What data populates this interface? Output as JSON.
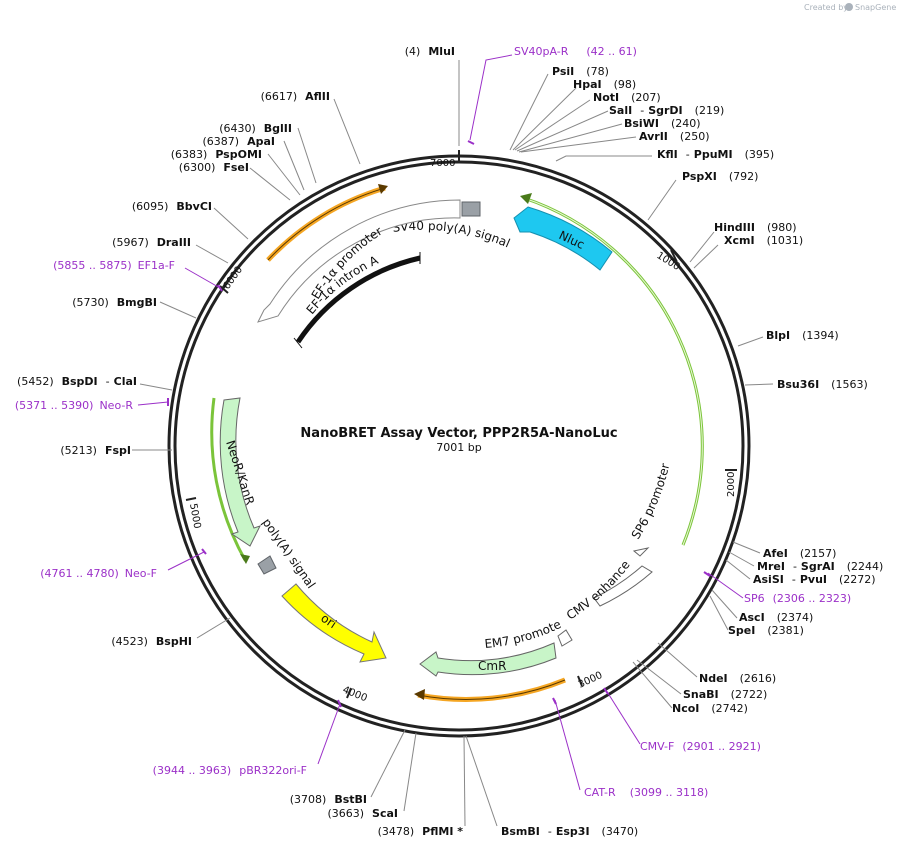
{
  "credit": {
    "created_by": "Created by",
    "brand": "SnapGene"
  },
  "plasmid": {
    "name": "NanoBRET Assay Vector, PPP2R5A-NanoLuc",
    "size": "7001 bp"
  },
  "ticks": [
    "1000",
    "2000",
    "3000",
    "4000",
    "5000",
    "6000",
    "7000"
  ],
  "sites_right": [
    {
      "pos": "(4)",
      "name": "MluI"
    },
    {
      "name": "PsiI",
      "pos": "(78)"
    },
    {
      "name": "HpaI",
      "pos": "(98)"
    },
    {
      "name": "NotI",
      "pos": "(207)"
    },
    {
      "name": "SalI",
      "sep": "-",
      "name2": "SgrDI",
      "pos": "(219)"
    },
    {
      "name": "BsiWI",
      "pos": "(240)"
    },
    {
      "name": "AvrII",
      "pos": "(250)"
    },
    {
      "name": "KflI",
      "sep": "-",
      "name2": "PpuMI",
      "pos": "(395)"
    },
    {
      "name": "PspXI",
      "pos": "(792)"
    },
    {
      "name": "HindIII",
      "pos": "(980)"
    },
    {
      "name": "XcmI",
      "pos": "(1031)"
    },
    {
      "name": "BlpI",
      "pos": "(1394)"
    },
    {
      "name": "Bsu36I",
      "pos": "(1563)"
    },
    {
      "name": "AfeI",
      "pos": "(2157)"
    },
    {
      "name": "MreI",
      "sep": "-",
      "name2": "SgrAI",
      "pos": "(2244)"
    },
    {
      "name": "AsiSI",
      "sep": "-",
      "name2": "PvuI",
      "pos": "(2272)"
    },
    {
      "name": "AscI",
      "pos": "(2374)"
    },
    {
      "name": "SpeI",
      "pos": "(2381)"
    },
    {
      "name": "NdeI",
      "pos": "(2616)"
    },
    {
      "name": "SnaBI",
      "pos": "(2722)"
    },
    {
      "name": "NcoI",
      "pos": "(2742)"
    }
  ],
  "sites_bottom": [
    {
      "name": "BsmBI",
      "sep": "-",
      "name2": "Esp3I",
      "pos": "(3470)"
    },
    {
      "pos": "(3478)",
      "name": "PflMI *"
    },
    {
      "pos": "(3663)",
      "name": "ScaI"
    },
    {
      "pos": "(3708)",
      "name": "BstBI"
    }
  ],
  "sites_left": [
    {
      "pos": "(4523)",
      "name": "BspHI"
    },
    {
      "pos": "(5213)",
      "name": "FspI"
    },
    {
      "pos": "(5452)",
      "name": "BspDI",
      "sep": "-",
      "name2": "ClaI"
    },
    {
      "pos": "(5730)",
      "name": "BmgBI"
    },
    {
      "pos": "(5967)",
      "name": "DraIII"
    },
    {
      "pos": "(6095)",
      "name": "BbvCI"
    },
    {
      "pos": "(6300)",
      "name": "FseI"
    },
    {
      "pos": "(6383)",
      "name": "PspOMI"
    },
    {
      "pos": "(6387)",
      "name": "ApaI"
    },
    {
      "pos": "(6430)",
      "name": "BglII"
    },
    {
      "pos": "(6617)",
      "name": "AflII"
    }
  ],
  "primers": [
    {
      "name": "SV40pA-R",
      "pos": "(42 .. 61)"
    },
    {
      "name": "SP6",
      "pos": "(2306 .. 2323)"
    },
    {
      "name": "CMV-F",
      "pos": "(2901 .. 2921)"
    },
    {
      "name": "CAT-R",
      "pos": "(3099 .. 3118)"
    },
    {
      "pos": "(3944 .. 3963)",
      "name": "pBR322ori-F"
    },
    {
      "pos": "(4761 .. 4780)",
      "name": "Neo-F"
    },
    {
      "pos": "(5371 .. 5390)",
      "name": "Neo-R"
    },
    {
      "pos": "(5855 .. 5875)",
      "name": "EF1a-F"
    }
  ],
  "features": {
    "sv40": "SV40 poly(A) signal",
    "nluc": "Nluc",
    "ef1a_promoter": "EF-1α promoter",
    "ef1a_intron": "EF-1α intron A",
    "sp6_promoter": "SP6 promoter",
    "cmv_enhancer": "CMV enhancer",
    "em7": "EM7 promoter",
    "cmr": "CmR",
    "ori": "ori",
    "neokanr": "NeoR/KanR",
    "polya": "poly(A) signal"
  },
  "colors": {
    "backbone": "#222222",
    "primer": "#9b30c8",
    "nluc": "#1ec8f0",
    "ori": "#ffff00",
    "marker": "#c8f5c8",
    "orf_green": "#7bc43a",
    "orf_orange": "#f5a623",
    "terminator": "#9aa0a6"
  }
}
